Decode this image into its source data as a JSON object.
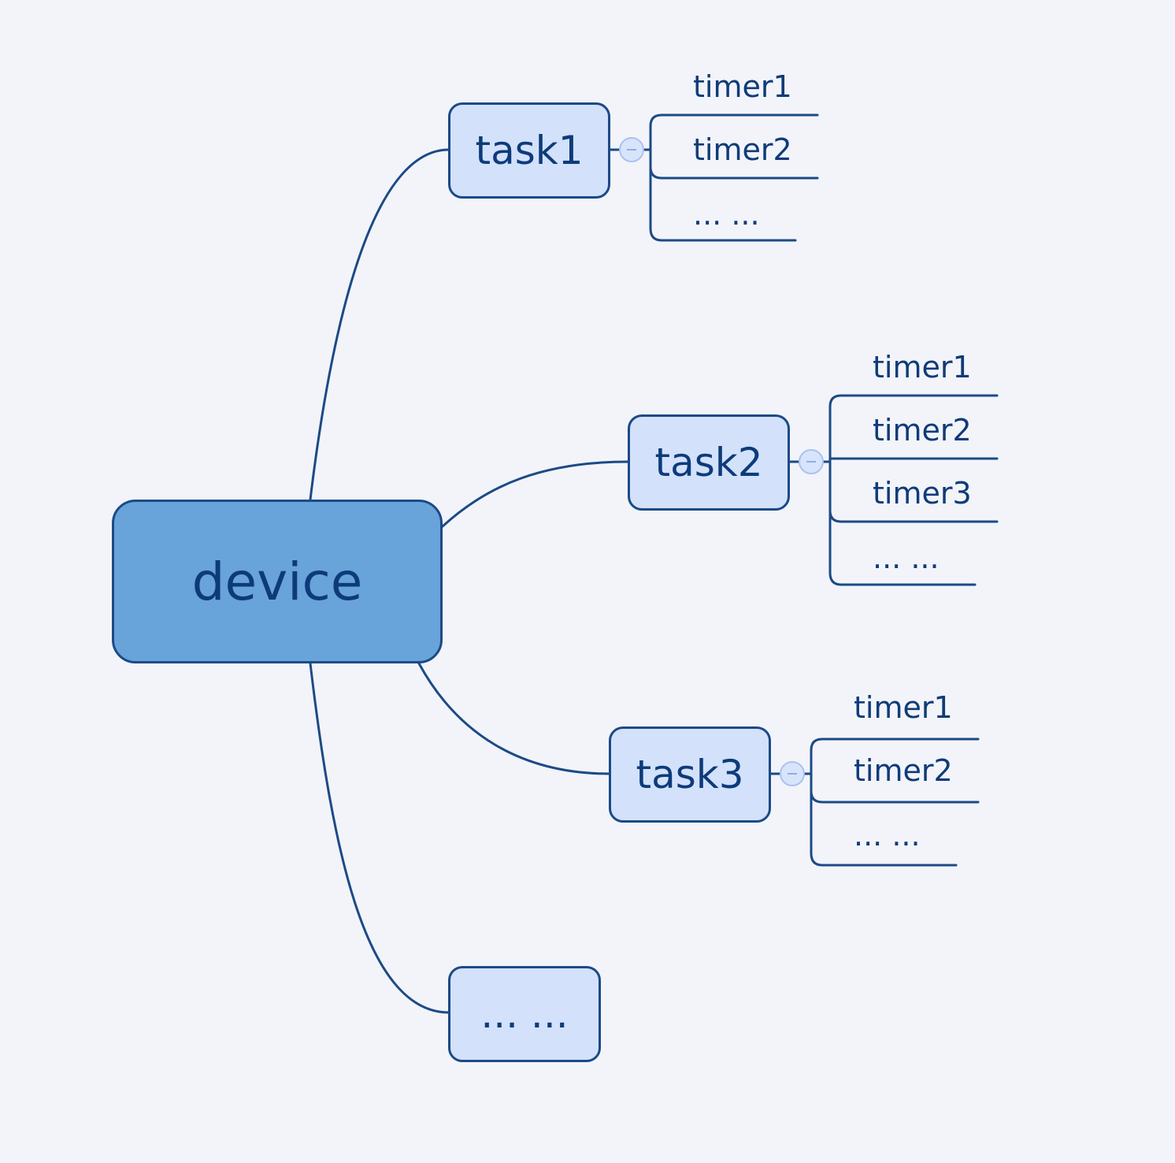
{
  "root": {
    "label": "device"
  },
  "tasks": [
    {
      "label": "task1",
      "timers": [
        "timer1",
        "timer2",
        "... ..."
      ]
    },
    {
      "label": "task2",
      "timers": [
        "timer1",
        "timer2",
        "timer3",
        "... ..."
      ]
    },
    {
      "label": "task3",
      "timers": [
        "timer1",
        "timer2",
        "... ..."
      ]
    },
    {
      "label": "... ..."
    }
  ],
  "colors": {
    "background": "#f2f4f9",
    "root_fill": "#68a3da",
    "task_fill": "#d3e1fb",
    "line": "#1c4a86",
    "text": "#0f3b78"
  }
}
